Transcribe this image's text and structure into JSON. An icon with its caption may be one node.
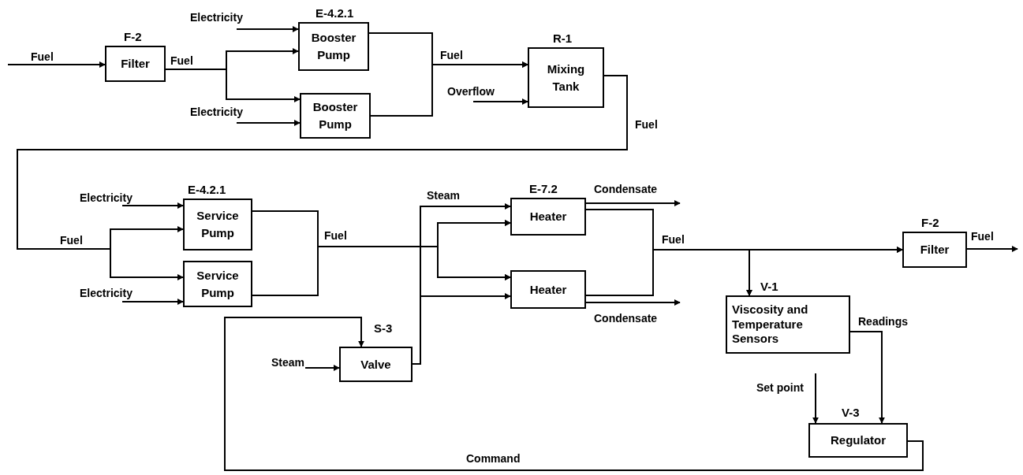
{
  "diagram": {
    "nodes": [
      {
        "text": [
          "F-2",
          "Filter"
        ]
      },
      {
        "text": [
          "E-4.2.1",
          "Booster Pump"
        ]
      },
      {
        "text": [
          "Booster Pump"
        ]
      },
      {
        "text": [
          "R-1",
          "Mixing Tank"
        ]
      },
      {
        "text": [
          "E-4.2.1",
          "Service Pump"
        ]
      },
      {
        "text": [
          "Service Pump"
        ]
      },
      {
        "text": [
          "E-7.2",
          "Heater"
        ]
      },
      {
        "text": [
          "Heater"
        ]
      },
      {
        "text": [
          "F-2",
          "Filter"
        ]
      },
      {
        "text": [
          "V-1",
          "Viscosity and Temperature Sensors"
        ]
      },
      {
        "text": [
          "S-3",
          "Valve"
        ]
      },
      {
        "text": [
          "V-3",
          "Regulator"
        ]
      }
    ],
    "edges": [
      {
        "from": null,
        "to": 0,
        "arrow": "to",
        "label": "Fuel"
      },
      {
        "from": 0,
        "to": 1,
        "arrow": "to",
        "label": "Fuel"
      },
      {
        "from": 0,
        "to": 2,
        "arrow": "to"
      },
      {
        "from": null,
        "to": 1,
        "arrow": "to",
        "label": "Electricity"
      },
      {
        "from": null,
        "to": 2,
        "arrow": "to",
        "label": "Electricity"
      },
      {
        "from": 1,
        "to": 3,
        "arrow": "to",
        "label": "Fuel"
      },
      {
        "from": 2,
        "to": 3,
        "arrow": "to"
      },
      {
        "from": null,
        "to": 3,
        "arrow": "to",
        "label": "Overflow"
      },
      {
        "from": 3,
        "to": 4,
        "arrow": "to",
        "label": "Fuel"
      },
      {
        "from": 3,
        "to": 5,
        "arrow": "to",
        "label": "Fuel"
      },
      {
        "from": null,
        "to": 4,
        "arrow": "to",
        "label": "Electricity"
      },
      {
        "from": null,
        "to": 5,
        "arrow": "to",
        "label": "Electricity"
      },
      {
        "from": 4,
        "to": 6,
        "arrow": "to",
        "label": "Fuel"
      },
      {
        "from": 4,
        "to": 7,
        "arrow": "to"
      },
      {
        "from": 5,
        "to": 6,
        "arrow": "to"
      },
      {
        "from": 5,
        "to": 7,
        "arrow": "to"
      },
      {
        "from": 10,
        "to": 6,
        "arrow": "to",
        "label": "Steam"
      },
      {
        "from": 10,
        "to": 7,
        "arrow": "to"
      },
      {
        "from": 6,
        "to": null,
        "arrow": "to",
        "label": "Condensate"
      },
      {
        "from": 7,
        "to": null,
        "arrow": "to",
        "label": "Condensate"
      },
      {
        "from": 6,
        "to": 8,
        "arrow": "to",
        "label": "Fuel"
      },
      {
        "from": 7,
        "to": 8,
        "arrow": "to"
      },
      {
        "from": 6,
        "to": 9,
        "arrow": "to"
      },
      {
        "from": 7,
        "to": 9,
        "arrow": "to"
      },
      {
        "from": 8,
        "to": null,
        "arrow": "to",
        "label": "Fuel"
      },
      {
        "from": 9,
        "to": 11,
        "arrow": "to",
        "label": "Readings"
      },
      {
        "from": null,
        "to": 11,
        "arrow": "to",
        "label": "Set point"
      },
      {
        "from": 11,
        "to": 10,
        "arrow": "to",
        "label": "Command"
      },
      {
        "from": null,
        "to": 10,
        "arrow": "to",
        "label": "Steam"
      }
    ]
  }
}
